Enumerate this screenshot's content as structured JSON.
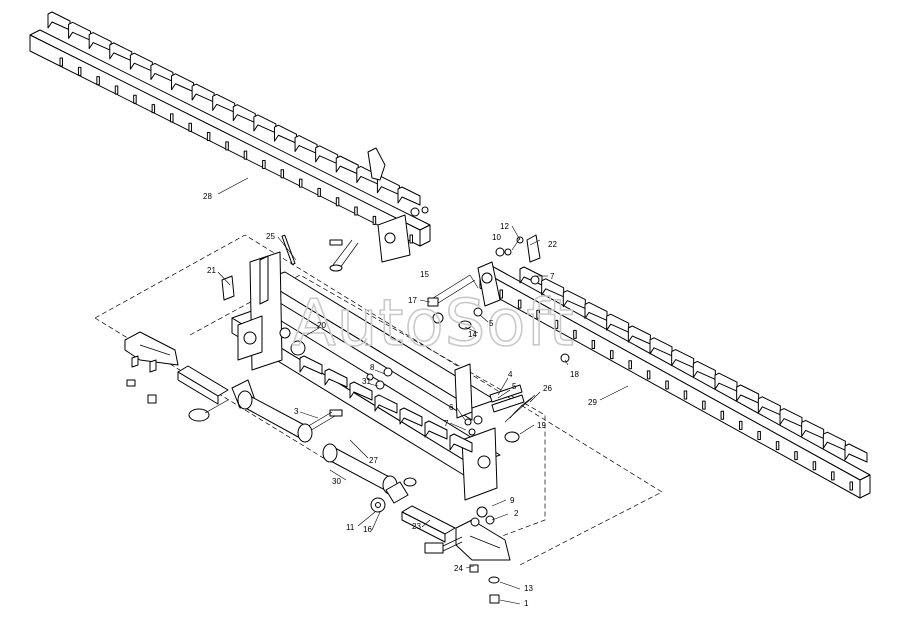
{
  "watermark": "AutoSoft",
  "callouts": [
    "1",
    "2",
    "3",
    "4",
    "5",
    "5",
    "6",
    "7",
    "7",
    "8",
    "9",
    "10",
    "11",
    "12",
    "13",
    "14",
    "15",
    "16",
    "17",
    "18",
    "19",
    "20",
    "21",
    "22",
    "23",
    "24",
    "25",
    "26",
    "27",
    "28",
    "29",
    "30",
    "31"
  ]
}
